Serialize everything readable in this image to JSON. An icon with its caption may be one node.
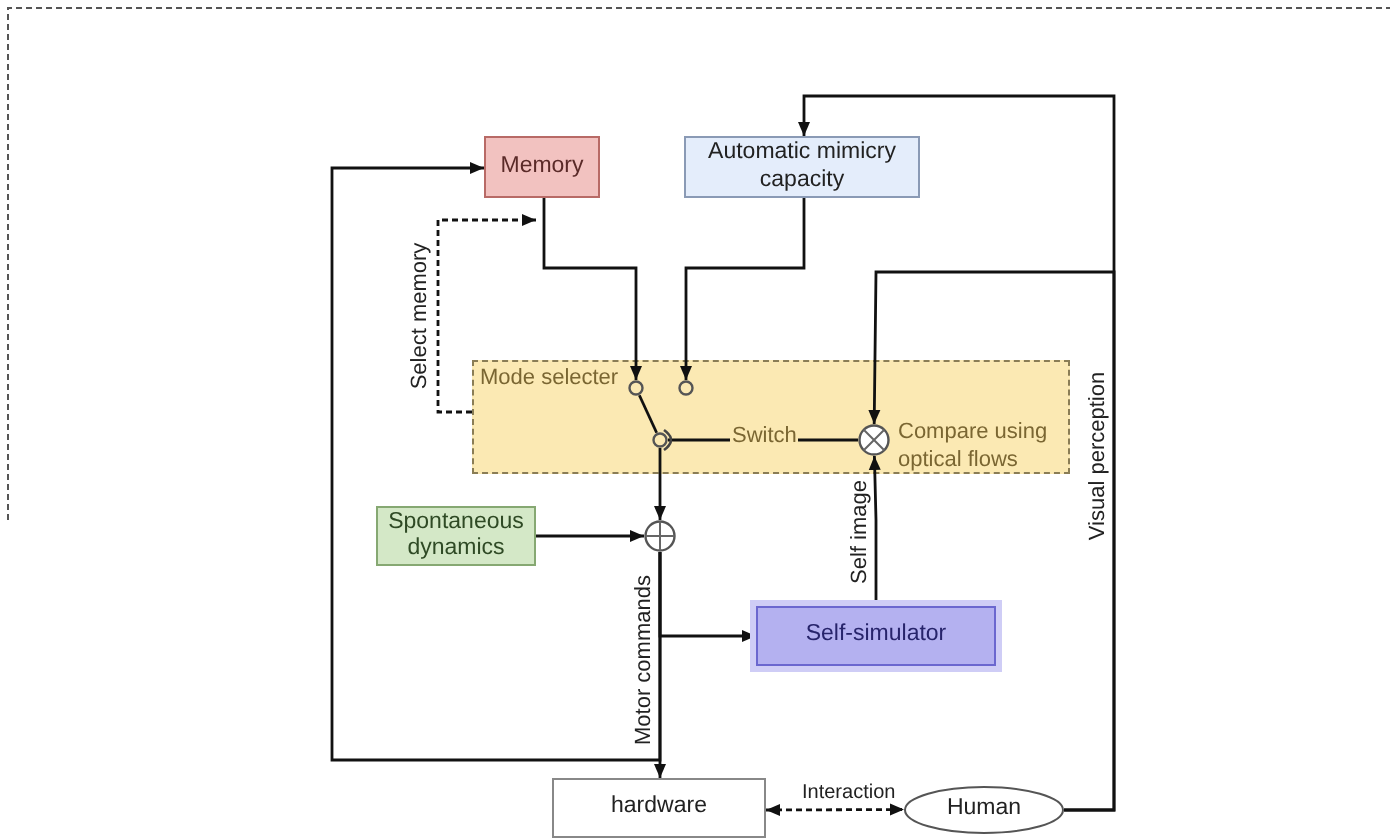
{
  "diagram": {
    "nodes": [
      {
        "text": [
          "Memory"
        ]
      },
      {
        "text": [
          "Automatic mimicry capacity"
        ]
      },
      {
        "text": [
          "Mode selecter"
        ]
      },
      {
        "text": [],
        "shape": "circle",
        "in": 2
      },
      {
        "text": [],
        "shape": "circle",
        "in": 2
      },
      {
        "text": [],
        "shape": "circle",
        "in": 2
      },
      {
        "text": [],
        "shape": "circle",
        "in": 2,
        "beside": [
          "Compare using optical flows"
        ]
      },
      {
        "text": [
          "Spontaneous dynamics"
        ]
      },
      {
        "text": [],
        "shape": "circle"
      },
      {
        "text": [
          "Self-simulator"
        ]
      },
      {
        "text": [
          "hardware"
        ]
      },
      {
        "text": [
          "Human"
        ]
      }
    ],
    "edges": [
      {
        "from": 0,
        "to": 3,
        "arrow": "to"
      },
      {
        "from": 1,
        "to": 4,
        "arrow": "to"
      },
      {
        "from": 11,
        "to": 1,
        "arrow": "to",
        "label": "Visual perception"
      },
      {
        "from": 11,
        "to": 6,
        "arrow": "to"
      },
      {
        "from": 2,
        "to": 0,
        "arrow": "to",
        "style": "dashed",
        "label": "Select memory"
      },
      {
        "from": 5,
        "to": 3,
        "arrow": "none"
      },
      {
        "from": 6,
        "to": 5,
        "arrow": "other",
        "label": "Switch"
      },
      {
        "from": 9,
        "to": 6,
        "arrow": "to",
        "label": "Self image"
      },
      {
        "from": 5,
        "to": 8,
        "arrow": "to"
      },
      {
        "from": 7,
        "to": 8,
        "arrow": "to"
      },
      {
        "from": 8,
        "to": 10,
        "arrow": "to",
        "label": "Motor commands"
      },
      {
        "from": 8,
        "to": 9,
        "arrow": "to"
      },
      {
        "from": 8,
        "to": 0,
        "arrow": "to"
      },
      {
        "from": 10,
        "to": 11,
        "arrow": "both",
        "style": "dashed",
        "label": "Interaction"
      }
    ]
  }
}
